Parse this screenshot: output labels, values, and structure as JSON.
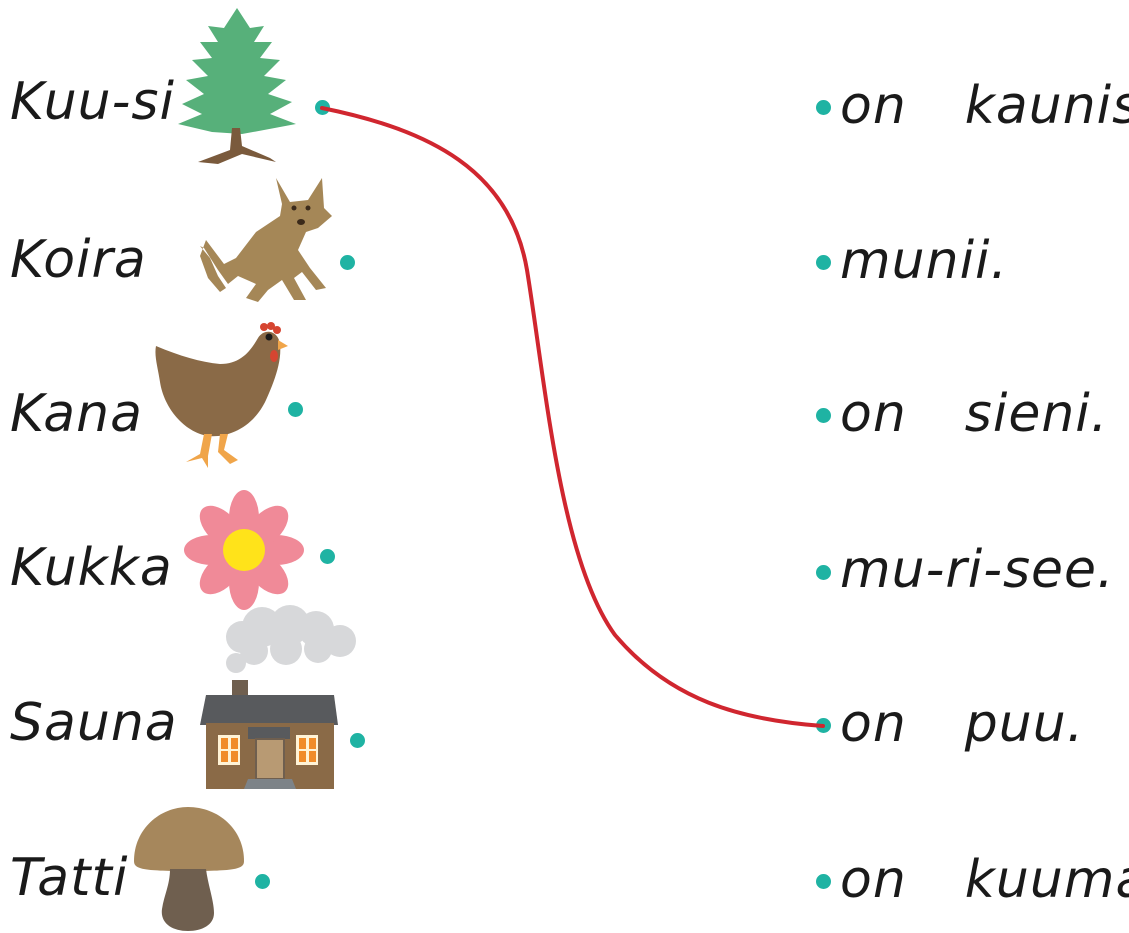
{
  "left_words": [
    "Kuu-si",
    "Koira",
    "Kana",
    "Kukka",
    "Sauna",
    "Tatti"
  ],
  "right_phrases": [
    {
      "verb": "on",
      "rest": "kaunis."
    },
    {
      "verb": "munii.",
      "rest": ""
    },
    {
      "verb": "on",
      "rest": "sieni."
    },
    {
      "verb": "mu-ri-see.",
      "rest": ""
    },
    {
      "verb": "on",
      "rest": "puu."
    },
    {
      "verb": "on",
      "rest": "kuuma."
    }
  ],
  "icons": [
    "spruce-tree-icon",
    "dog-icon",
    "hen-icon",
    "flower-icon",
    "sauna-icon",
    "mushroom-icon"
  ],
  "colors": {
    "dot": "#1fb3a3",
    "connector": "#d0262f"
  },
  "connections": [
    {
      "from": "Kuu-si",
      "to": "on puu."
    }
  ]
}
